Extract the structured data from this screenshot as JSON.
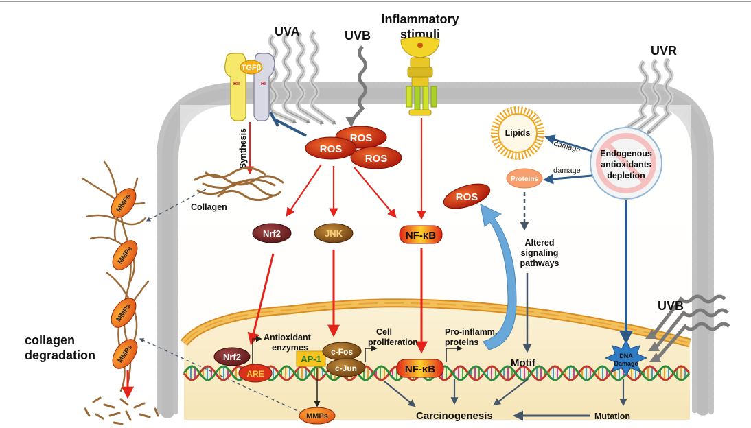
{
  "labels": {
    "uva": "UVA",
    "uvb": "UVB",
    "uvb_right": "UVB",
    "uvr": "UVR",
    "inflammatory": "Inflammatory",
    "stimuli": "stimuli",
    "tgfb": "TGFβ",
    "rii": "RII",
    "ri": "RI",
    "synthesis": "Synthesis",
    "collagen": "Collagen",
    "ros": "ROS",
    "nrf2": "Nrf2",
    "jnk": "JNK",
    "nfkb": "NF-κB",
    "lipids": "Lipids",
    "proteins": "Proteins",
    "damage": "damage",
    "endogenous_1": "Endogenous",
    "endogenous_2": "antioxidants",
    "endogenous_3": "depletion",
    "altered_1": "Altered",
    "altered_2": "signaling",
    "altered_3": "pathways",
    "mmps": "MMPs",
    "collagen_degradation_1": "collagen",
    "collagen_degradation_2": "degradation",
    "antioxidant_enzymes_1": "Antioxidant",
    "antioxidant_enzymes_2": "enzymes",
    "cell_proliferation_1": "Cell",
    "cell_proliferation_2": "proliferation",
    "pro_inflamm_1": "Pro-inflamm.",
    "pro_inflamm_2": "proteins",
    "are": "ARE",
    "ap1": "AP-1",
    "cfos": "c-Fos",
    "cjun": "c-Jun",
    "motif": "Motif",
    "dna_damage_1": "DNA",
    "dna_damage_2": "Damage",
    "carcinogenesis": "Carcinogenesis",
    "mutation": "Mutation"
  },
  "colors": {
    "red_arrow": "#e4231b",
    "blue_arrow": "#2e5a87",
    "collagen_brown": "#9b6a37",
    "ros_red": "#c8260f",
    "nucleus_orange": "#e6a43c",
    "receptor_yellow": "#f1d94a"
  }
}
